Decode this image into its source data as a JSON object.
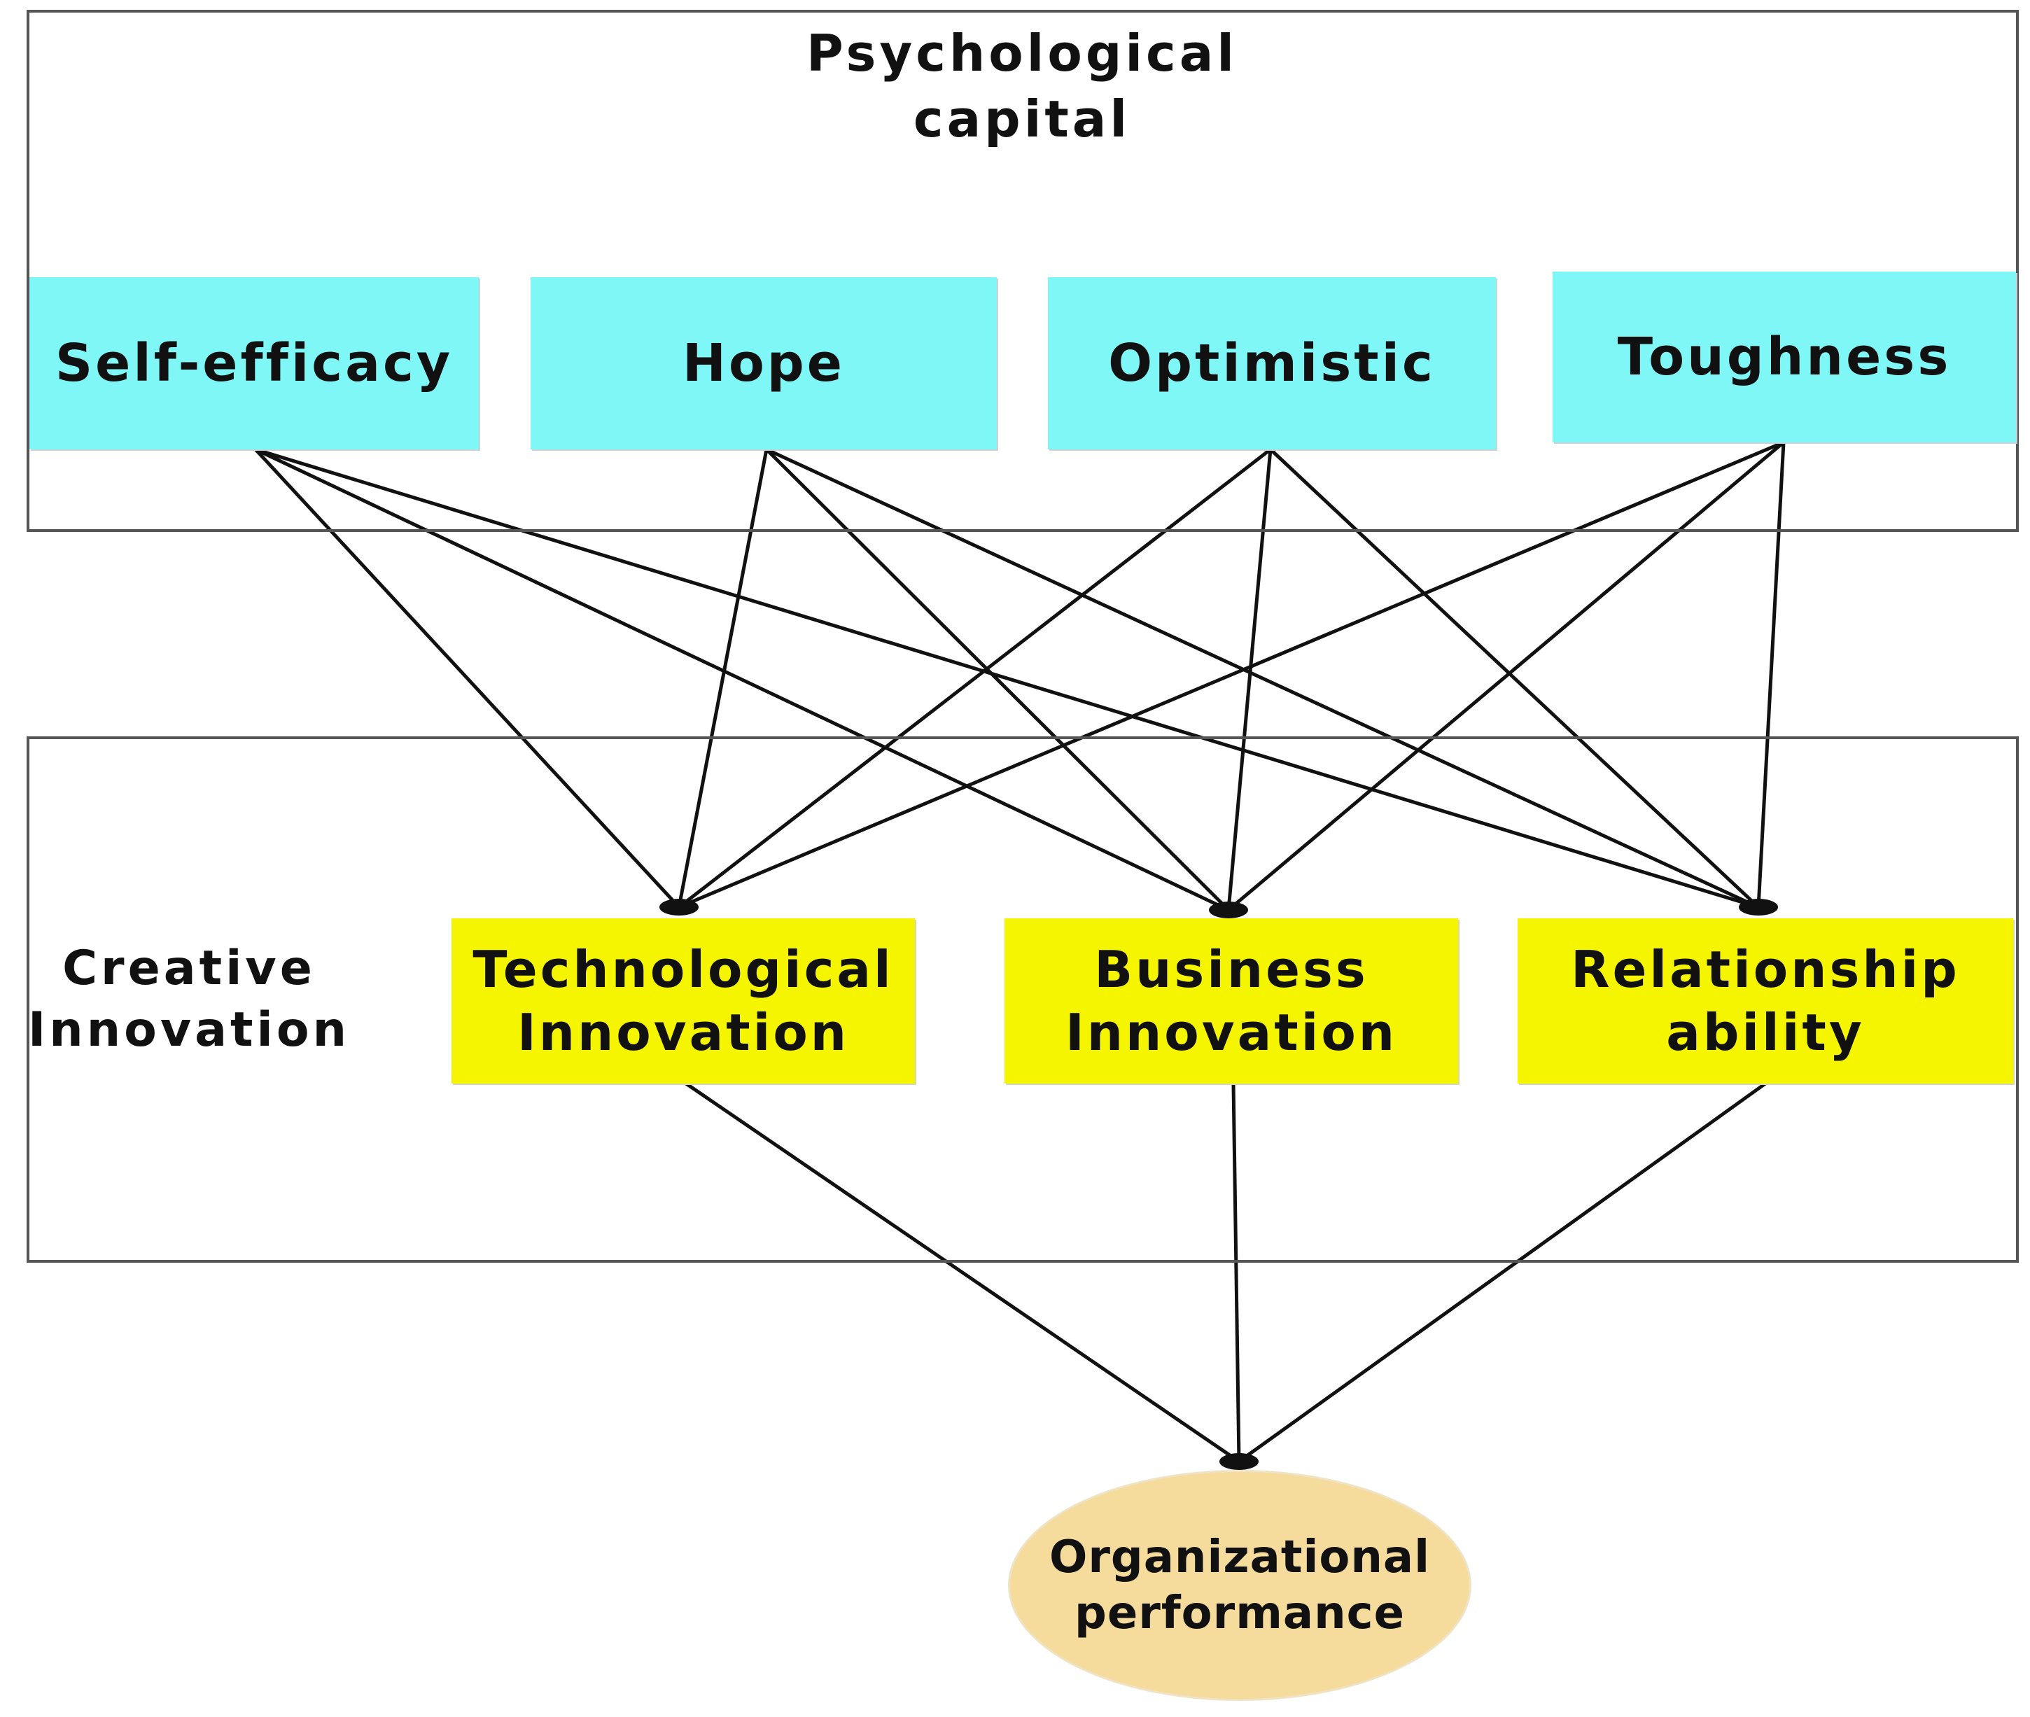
{
  "diagram": {
    "groups": {
      "psychological_capital": {
        "label": "Psychological\ncapital",
        "nodes": [
          {
            "id": "self_efficacy",
            "label": "Self-efficacy"
          },
          {
            "id": "hope",
            "label": "Hope"
          },
          {
            "id": "optimistic",
            "label": "Optimistic"
          },
          {
            "id": "toughness",
            "label": "Toughness"
          }
        ]
      },
      "creative_innovation": {
        "label": "Creative\nInnovation",
        "nodes": [
          {
            "id": "technological_innovation",
            "label": "Technological\nInnovation"
          },
          {
            "id": "business_innovation",
            "label": "Business\nInnovation"
          },
          {
            "id": "relationship_ability",
            "label": "Relationship\nability"
          }
        ]
      }
    },
    "outcome": {
      "id": "organizational_performance",
      "label": "Organizational\nperformance"
    },
    "edges": [
      {
        "from": "self_efficacy",
        "to": "technological_innovation"
      },
      {
        "from": "self_efficacy",
        "to": "business_innovation"
      },
      {
        "from": "self_efficacy",
        "to": "relationship_ability"
      },
      {
        "from": "hope",
        "to": "technological_innovation"
      },
      {
        "from": "hope",
        "to": "business_innovation"
      },
      {
        "from": "hope",
        "to": "relationship_ability"
      },
      {
        "from": "optimistic",
        "to": "technological_innovation"
      },
      {
        "from": "optimistic",
        "to": "business_innovation"
      },
      {
        "from": "optimistic",
        "to": "relationship_ability"
      },
      {
        "from": "toughness",
        "to": "technological_innovation"
      },
      {
        "from": "toughness",
        "to": "business_innovation"
      },
      {
        "from": "toughness",
        "to": "relationship_ability"
      },
      {
        "from": "technological_innovation",
        "to": "organizational_performance"
      },
      {
        "from": "business_innovation",
        "to": "organizational_performance"
      },
      {
        "from": "relationship_ability",
        "to": "organizational_performance"
      }
    ],
    "colors": {
      "psychological_capital_fill": "#7ff7f7",
      "creative_innovation_fill": "#f5f500",
      "outcome_fill": "#f6dc9c",
      "line": "#111111",
      "box_border": "#555555"
    }
  }
}
